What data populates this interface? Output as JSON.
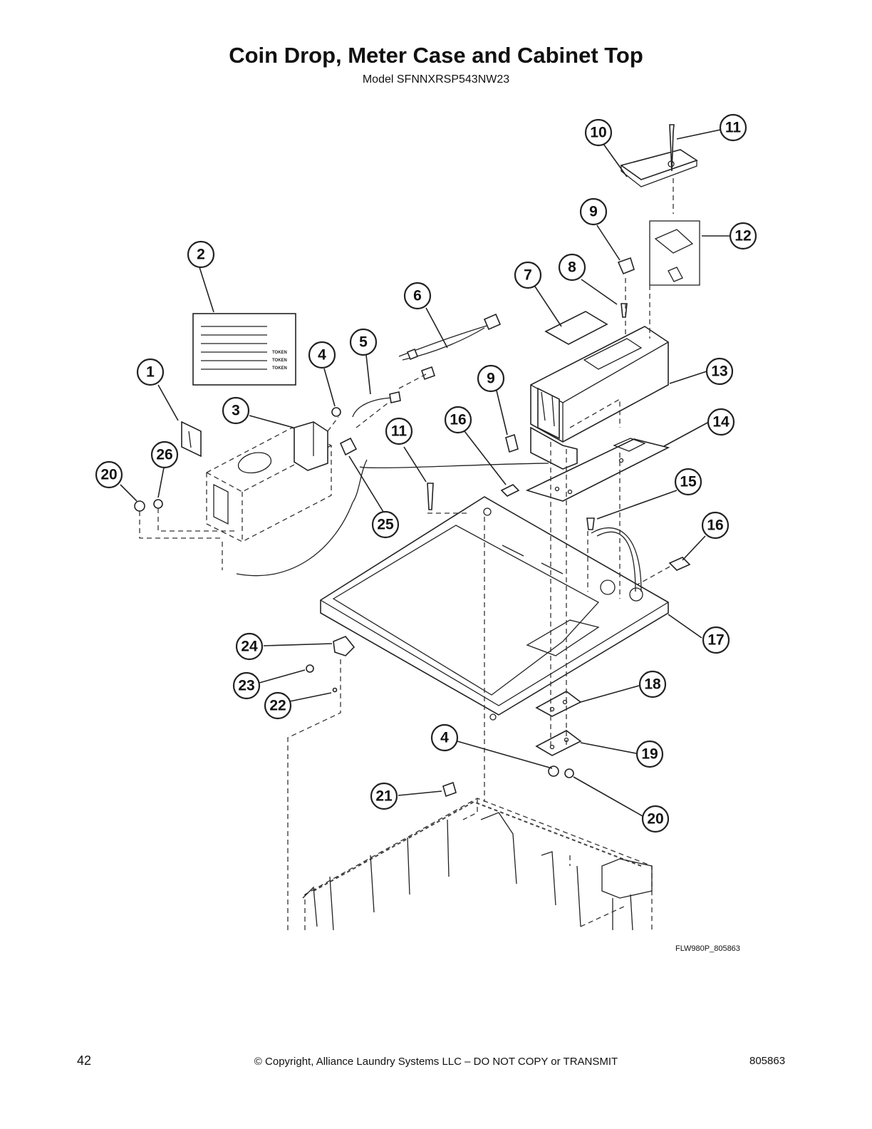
{
  "header": {
    "title": "Coin Drop, Meter Case and Cabinet Top",
    "model": "Model SFNNXRSP543NW23"
  },
  "figure": {
    "id": "FLW980P_805863",
    "label_text": [
      "TOKEN",
      "TOKEN",
      "TOKEN"
    ],
    "callouts": [
      "1",
      "2",
      "3",
      "4",
      "5",
      "6",
      "7",
      "8",
      "9",
      "10",
      "11",
      "12",
      "13",
      "14",
      "15",
      "16",
      "17",
      "18",
      "19",
      "20",
      "21",
      "22",
      "23",
      "24",
      "25",
      "26",
      "9",
      "11",
      "16",
      "4",
      "20"
    ]
  },
  "footer": {
    "page_number": "42",
    "copyright": "© Copyright, Alliance Laundry Systems LLC – DO NOT COPY or TRANSMIT",
    "doc_number": "805863"
  }
}
